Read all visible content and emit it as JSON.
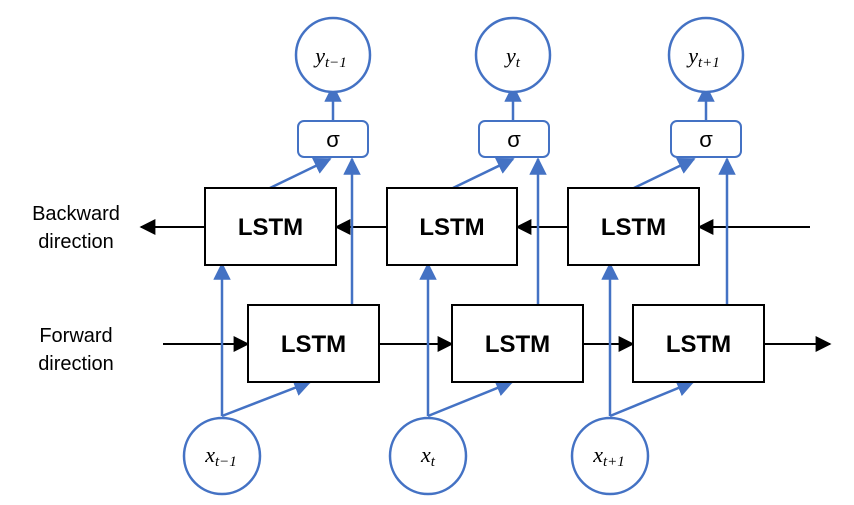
{
  "labels": {
    "backward_line1": "Backward",
    "backward_line2": "direction",
    "forward_line1": "Forward",
    "forward_line2": "direction"
  },
  "lstm_label": "LSTM",
  "sigma_label": "σ",
  "timesteps": [
    {
      "input": {
        "main": "x",
        "sub": "t−1"
      },
      "output": {
        "main": "y",
        "sub": "t−1"
      }
    },
    {
      "input": {
        "main": "x",
        "sub": "t"
      },
      "output": {
        "main": "y",
        "sub": "t"
      }
    },
    {
      "input": {
        "main": "x",
        "sub": "t+1"
      },
      "output": {
        "main": "y",
        "sub": "t+1"
      }
    }
  ],
  "colors": {
    "accent": "#4472C4",
    "line": "#000000"
  }
}
